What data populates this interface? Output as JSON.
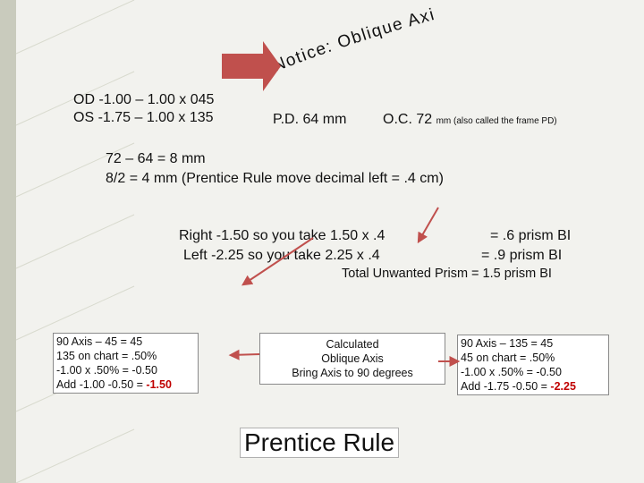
{
  "colors": {
    "accent": "#c0504d",
    "highlight": "#c00000",
    "background": "#f2f2ee"
  },
  "title": "Notice: Oblique Axis",
  "rx": {
    "od": "OD -1.00 – 1.00 x 045",
    "os": "OS  -1.75 – 1.00 x 135"
  },
  "pd": "P.D. 64 mm",
  "oc": {
    "main": "O.C. 72",
    "note": "mm (also called the frame PD)"
  },
  "calc": {
    "line1": "72 – 64 = 8 mm",
    "line2": "8/2 = 4 mm (Prentice Rule move decimal left = .4 cm)"
  },
  "prism": {
    "right": "Right -1.50  so you take 1.50 x .4",
    "left": "Left  -2.25 so you take  2.25 x .4",
    "right_result": "=  .6 prism BI",
    "left_result": "=  .9 prism BI",
    "total": "Total Unwanted Prism  =  1.5 prism BI"
  },
  "box_left": {
    "l1": "90 Axis – 45 = 45",
    "l2": "135 on chart = .50%",
    "l3": "-1.00 x .50% = -0.50",
    "l4_prefix": "Add -1.00 -0.50 = ",
    "l4_value": "-1.50"
  },
  "box_center": {
    "l1": "Calculated",
    "l2": "Oblique Axis",
    "l3": "Bring Axis to 90 degrees"
  },
  "box_right": {
    "l1": "90 Axis – 135 = 45",
    "l2": "45 on chart = .50%",
    "l3": "-1.00 x .50% = -0.50",
    "l4_prefix": "Add -1.75 -0.50 = ",
    "l4_value": "-2.25"
  },
  "footer": "Prentice Rule"
}
